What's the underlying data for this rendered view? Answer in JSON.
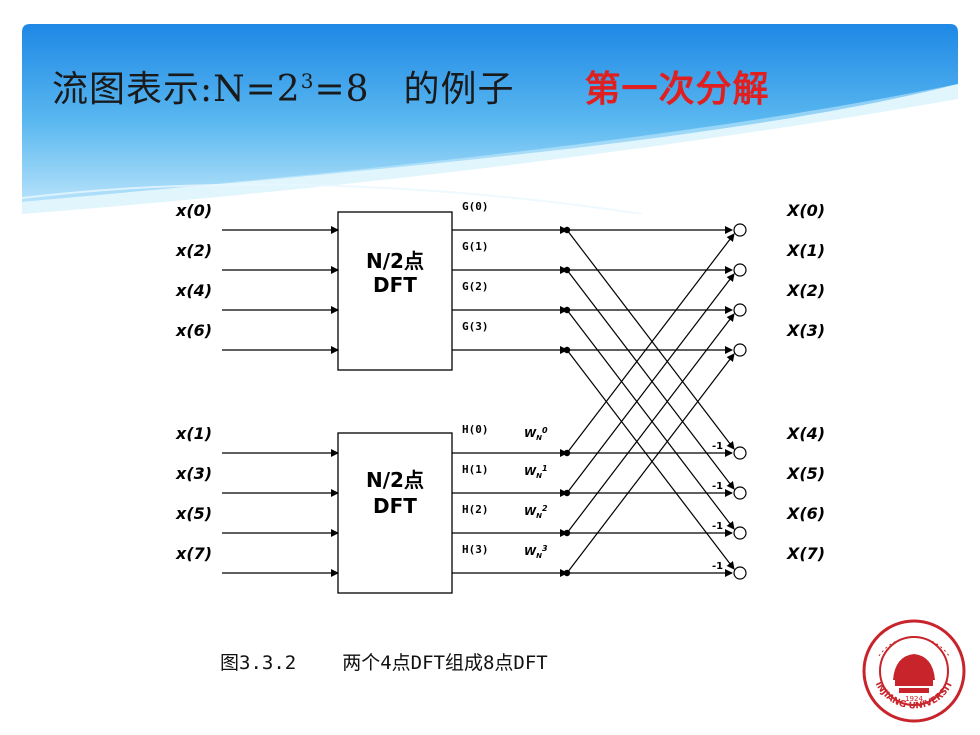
{
  "title": {
    "main": "流图表示:N=2",
    "sup": "3",
    "rest": "=8",
    "example": "的例子",
    "highlight": "第一次分解"
  },
  "colors": {
    "highlight": "#e02020",
    "header_top": "#1e88e5",
    "header_bottom": "#8fd0f5"
  },
  "diagram": {
    "inputs_top": [
      "x(0)",
      "x(2)",
      "x(4)",
      "x(6)"
    ],
    "inputs_bottom": [
      "x(1)",
      "x(3)",
      "x(5)",
      "x(7)"
    ],
    "dft_box_line1": "N/2点",
    "dft_box_line2": "DFT",
    "g_labels": [
      "G(0)",
      "G(1)",
      "G(2)",
      "G(3)"
    ],
    "h_labels": [
      "H(0)",
      "H(1)",
      "H(2)",
      "H(3)"
    ],
    "twiddles": [
      {
        "base": "W",
        "sub": "N",
        "sup": "0"
      },
      {
        "base": "W",
        "sub": "N",
        "sup": "1"
      },
      {
        "base": "W",
        "sub": "N",
        "sup": "2"
      },
      {
        "base": "W",
        "sub": "N",
        "sup": "3"
      }
    ],
    "outputs_top": [
      "X(0)",
      "X(1)",
      "X(2)",
      "X(3)"
    ],
    "outputs_bottom": [
      "X(4)",
      "X(5)",
      "X(6)",
      "X(7)"
    ],
    "negation": "-1"
  },
  "caption": {
    "figure": "图3.3.2",
    "text": "两个4点DFT组成8点DFT"
  },
  "logo": {
    "year": "1924",
    "text": "XINJIANG UNIVERSITY",
    "icon": "university-seal-icon"
  }
}
